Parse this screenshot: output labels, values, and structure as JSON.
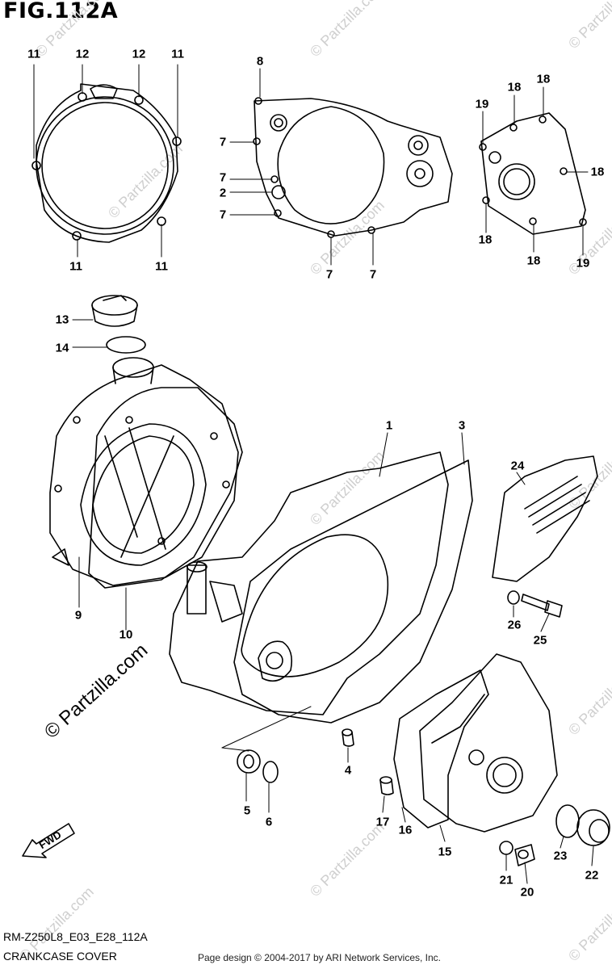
{
  "title": "FIG.112A",
  "watermark": "© Partzilla.com",
  "callouts": [
    {
      "id": "c11a",
      "text": "11"
    },
    {
      "id": "c12a",
      "text": "12"
    },
    {
      "id": "c12b",
      "text": "12"
    },
    {
      "id": "c11b",
      "text": "11"
    },
    {
      "id": "c11c",
      "text": "11"
    },
    {
      "id": "c11d",
      "text": "11"
    },
    {
      "id": "c8",
      "text": "8"
    },
    {
      "id": "c7a",
      "text": "7"
    },
    {
      "id": "c7b",
      "text": "7"
    },
    {
      "id": "c2",
      "text": "2"
    },
    {
      "id": "c7c",
      "text": "7"
    },
    {
      "id": "c7d",
      "text": "7"
    },
    {
      "id": "c7e",
      "text": "7"
    },
    {
      "id": "c19a",
      "text": "19"
    },
    {
      "id": "c18a",
      "text": "18"
    },
    {
      "id": "c18b",
      "text": "18"
    },
    {
      "id": "c18c",
      "text": "18"
    },
    {
      "id": "c18d",
      "text": "18"
    },
    {
      "id": "c18e",
      "text": "18"
    },
    {
      "id": "c19b",
      "text": "19"
    },
    {
      "id": "c13",
      "text": "13"
    },
    {
      "id": "c14",
      "text": "14"
    },
    {
      "id": "c9",
      "text": "9"
    },
    {
      "id": "c10",
      "text": "10"
    },
    {
      "id": "c1",
      "text": "1"
    },
    {
      "id": "c3",
      "text": "3"
    },
    {
      "id": "c24",
      "text": "24"
    },
    {
      "id": "c26",
      "text": "26"
    },
    {
      "id": "c25",
      "text": "25"
    },
    {
      "id": "c4",
      "text": "4"
    },
    {
      "id": "c5",
      "text": "5"
    },
    {
      "id": "c6",
      "text": "6"
    },
    {
      "id": "c17",
      "text": "17"
    },
    {
      "id": "c16",
      "text": "16"
    },
    {
      "id": "c15",
      "text": "15"
    },
    {
      "id": "c21",
      "text": "21"
    },
    {
      "id": "c20",
      "text": "20"
    },
    {
      "id": "c23",
      "text": "23"
    },
    {
      "id": "c22",
      "text": "22"
    }
  ],
  "fwd_label": "FWD",
  "model_code": "RM-Z250L8_E03_E28_112A",
  "section_name": "CRANKCASE COVER",
  "footer": "Page design © 2004-2017 by ARI Network Services, Inc."
}
